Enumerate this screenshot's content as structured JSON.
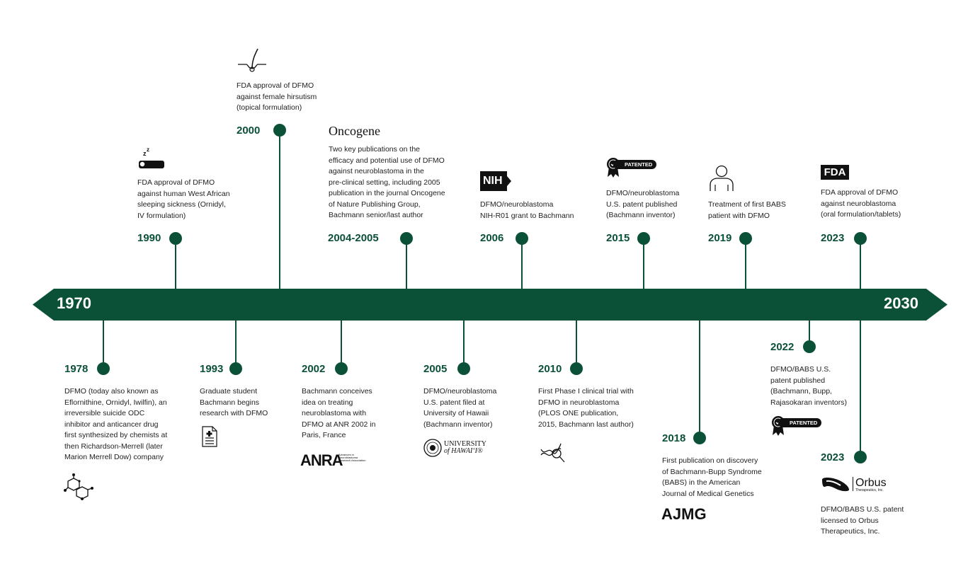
{
  "axis": {
    "start_label": "1970",
    "end_label": "2030",
    "color": "#0b5137"
  },
  "oncogene_logo": "Oncogene",
  "anra_logo": {
    "main": "ANRA",
    "sub": "Advances in Neuroblastoma Research Association"
  },
  "nih_logo": "NIH",
  "fda_logo": "FDA",
  "uh_logo": {
    "line1": "UNIVERSITY",
    "line2": "of HAWAI‘I®"
  },
  "orbus_logo": {
    "name": "Orbus",
    "sub": "Therapeutics, Inc."
  },
  "ajmg_logo": "AJMG",
  "patent_badge": "PATENTED",
  "above": [
    {
      "year": "1990",
      "icon": "sleeping-person-icon",
      "text": "FDA approval of DFMO\nagainst human West African\nsleeping sickness (Ornidyl,\nIV formulation)"
    },
    {
      "year": "2000",
      "icon": "hair-follicle-icon",
      "text": "FDA approval of DFMO\nagainst female hirsutism\n(topical formulation)"
    },
    {
      "year": "2004-2005",
      "icon": "oncogene-logo",
      "text": "Two key publications on the\nefficacy and potential use of DFMO\nagainst neuroblastoma in the\npre-clinical setting, including 2005\npublication in the journal Oncogene\nof Nature Publishing Group,\nBachmann senior/last author"
    },
    {
      "year": "2006",
      "icon": "nih-logo",
      "text": "DFMO/neuroblastoma\nNIH-R01 grant to Bachmann"
    },
    {
      "year": "2015",
      "icon": "patent-badge-icon",
      "text": "DFMO/neuroblastoma\nU.S. patent published\n(Bachmann inventor)"
    },
    {
      "year": "2019",
      "icon": "person-icon",
      "text": "Treatment of first BABS\npatient with DFMO"
    },
    {
      "year": "2023",
      "icon": "fda-logo",
      "text": "FDA approval of DFMO\nagainst neuroblastoma\n(oral formulation/tablets)"
    }
  ],
  "below": [
    {
      "year": "1978",
      "icon": "molecule-icon",
      "text": "DFMO (today also known as\nEflornithine, Ornidyl, Iwilfin), an\nirreversible suicide ODC\ninhibitor and anticancer drug\nfirst synthesized by chemists at\nthen Richardson-Merrell (later\nMarion Merrell Dow) company"
    },
    {
      "year": "1993",
      "icon": "medical-document-icon",
      "text": "Graduate student\nBachmann begins\nresearch with DFMO"
    },
    {
      "year": "2002",
      "icon": "anra-logo",
      "text": "Bachmann conceives\nidea on treating\nneuroblastoma with\nDFMO at ANR 2002 in\nParis, France"
    },
    {
      "year": "2005",
      "icon": "university-of-hawaii-logo",
      "text": "DFMO/neuroblastoma\nU.S. patent filed at\nUniversity of Hawaii\n(Bachmann inventor)"
    },
    {
      "year": "2010",
      "icon": "dna-magnifier-icon",
      "text": "First Phase I clinical trial with\nDFMO in neuroblastoma\n(PLOS ONE publication,\n2015, Bachmann last author)"
    },
    {
      "year": "2018",
      "icon": "ajmg-logo",
      "text": "First publication on discovery\nof Bachmann-Bupp Syndrome\n(BABS) in the American\nJournal of Medical Genetics"
    },
    {
      "year": "2022",
      "icon": "patent-badge-icon",
      "text": "DFMO/BABS U.S.\npatent published\n(Bachmann, Bupp,\nRajasokaran inventors)"
    },
    {
      "year": "2023",
      "icon": "orbus-logo",
      "text": "DFMO/BABS U.S. patent\nlicensed to Orbus\nTherapeutics, Inc."
    }
  ]
}
